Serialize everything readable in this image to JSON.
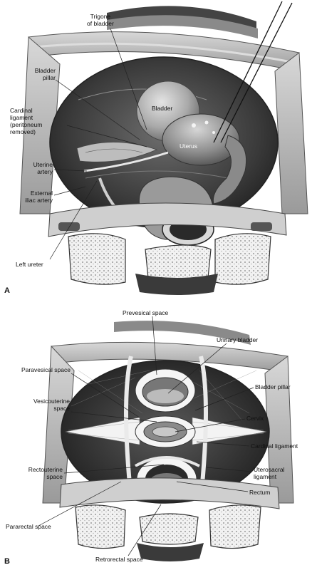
{
  "panel_a": {
    "letter": "A",
    "labels": {
      "trigone": [
        "Trigone",
        "of bladder"
      ],
      "bladder_pillar": [
        "Bladder",
        "pillar"
      ],
      "bladder": "Bladder",
      "cardinal": [
        "Cardinal",
        "ligament",
        "(peritoneum",
        "removed)"
      ],
      "uterus": "Uterus",
      "uterine_artery": [
        "Uterine",
        "artery"
      ],
      "external_iliac": [
        "External",
        "iliac artery"
      ],
      "left_ureter": "Left ureter"
    }
  },
  "panel_b": {
    "letter": "B",
    "labels": {
      "prevesical": "Prevesical space",
      "urinary_bladder": "Urinary bladder",
      "paravesical": "Paravesical space",
      "bladder_pillar": "Bladder pillar",
      "vesicouterine": [
        "Vesicouterine",
        "space"
      ],
      "cervix": "Cervix",
      "cardinal_ligament": "Cardinal ligament",
      "rectouterine": [
        "Rectouterine",
        "space"
      ],
      "uterosacral": [
        "Uterosacral",
        "ligament"
      ],
      "rectum": "Rectum",
      "pararectal": "Pararectal space",
      "retrorectal": "Retrorectal space"
    }
  }
}
